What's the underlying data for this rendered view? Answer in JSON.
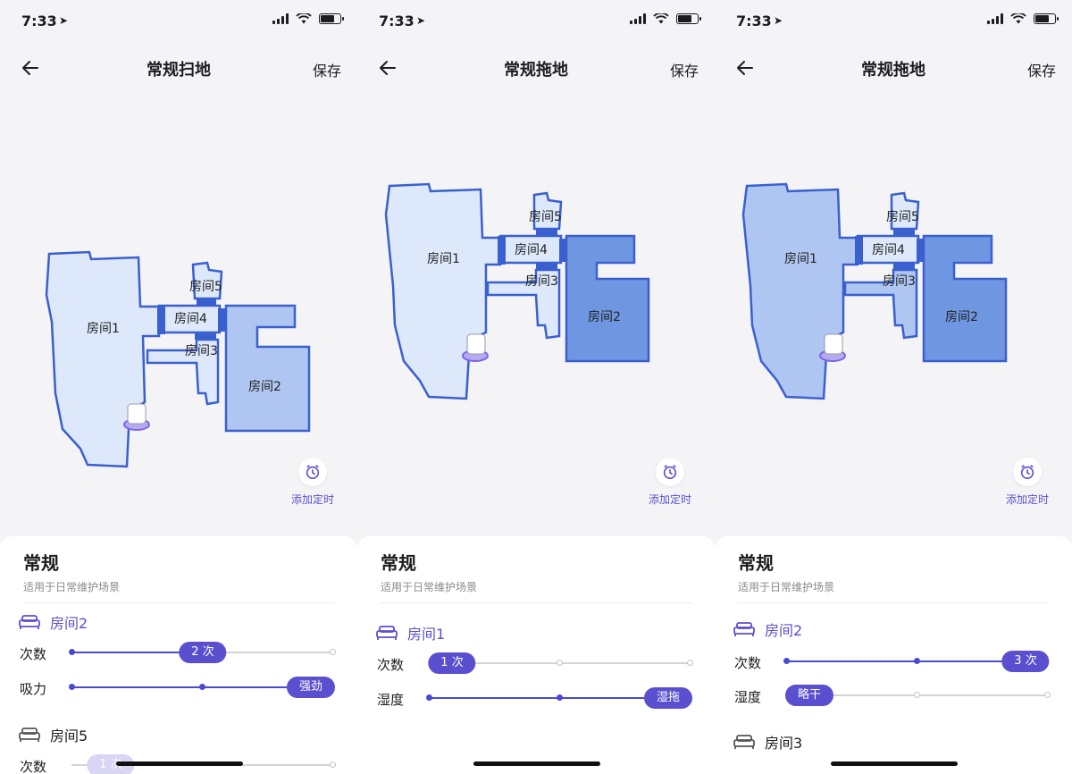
{
  "status": {
    "time": "7:33"
  },
  "colors": {
    "accent": "#5a4fcf",
    "track": "#4a4ad0",
    "wall": "#3a5fcf"
  },
  "screens": [
    {
      "title": "常规扫地",
      "save": "保存",
      "rooms_map": {
        "r1": "房间1",
        "r2": "房间2",
        "r3": "房间3",
        "r4": "房间4",
        "r5": "房间5"
      },
      "timer_label": "添加定时",
      "sheet": {
        "title": "常规",
        "subtitle": "适用于日常维护场景",
        "groups": [
          {
            "room": "房间2",
            "params": [
              {
                "label": "次数",
                "value": "2 次"
              },
              {
                "label": "吸力",
                "value": "强劲"
              }
            ]
          },
          {
            "room": "房间5",
            "params": [
              {
                "label": "次数",
                "value": "1 次"
              }
            ]
          }
        ]
      }
    },
    {
      "title": "常规拖地",
      "save": "保存",
      "rooms_map": {
        "r1": "房间1",
        "r2": "房间2",
        "r3": "房间3",
        "r4": "房间4",
        "r5": "房间5"
      },
      "timer_label": "添加定时",
      "sheet": {
        "title": "常规",
        "subtitle": "适用于日常维护场景",
        "groups": [
          {
            "room": "房间1",
            "params": [
              {
                "label": "次数",
                "value": "1 次"
              },
              {
                "label": "湿度",
                "value": "湿拖"
              }
            ]
          }
        ]
      }
    },
    {
      "title": "常规拖地",
      "save": "保存",
      "rooms_map": {
        "r1": "房间1",
        "r2": "房间2",
        "r3": "房间3",
        "r4": "房间4",
        "r5": "房间5"
      },
      "timer_label": "添加定时",
      "sheet": {
        "title": "常规",
        "subtitle": "适用于日常维护场景",
        "groups": [
          {
            "room": "房间2",
            "params": [
              {
                "label": "次数",
                "value": "3 次"
              },
              {
                "label": "湿度",
                "value": "略干"
              }
            ]
          },
          {
            "room": "房间3",
            "params": []
          }
        ]
      }
    }
  ]
}
